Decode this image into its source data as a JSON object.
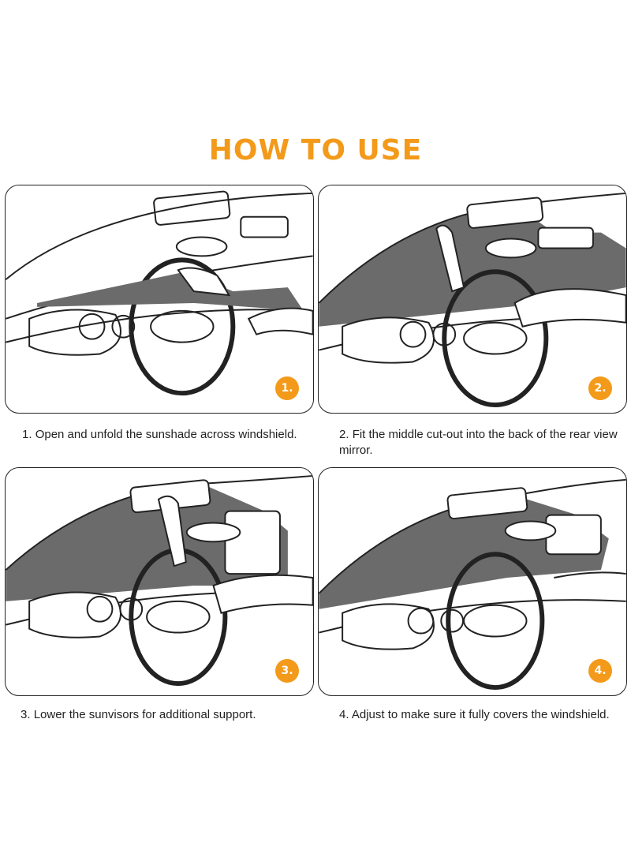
{
  "title": "HOW TO USE",
  "steps": [
    {
      "badge": "1.",
      "number": "1.",
      "text": "Open and unfold the sunshade across windshield."
    },
    {
      "badge": "2.",
      "number": "2.",
      "text": "Fit the middle cut-out into the back of the rear view mirror."
    },
    {
      "badge": "3.",
      "number": "3.",
      "text": "Lower the sunvisors for additional support."
    },
    {
      "badge": "4.",
      "number": "4.",
      "text": "Adjust to make sure it fully covers the windshield."
    }
  ],
  "colors": {
    "accent": "#f39a1a",
    "shade": "#6b6b6b",
    "line": "#222222"
  }
}
